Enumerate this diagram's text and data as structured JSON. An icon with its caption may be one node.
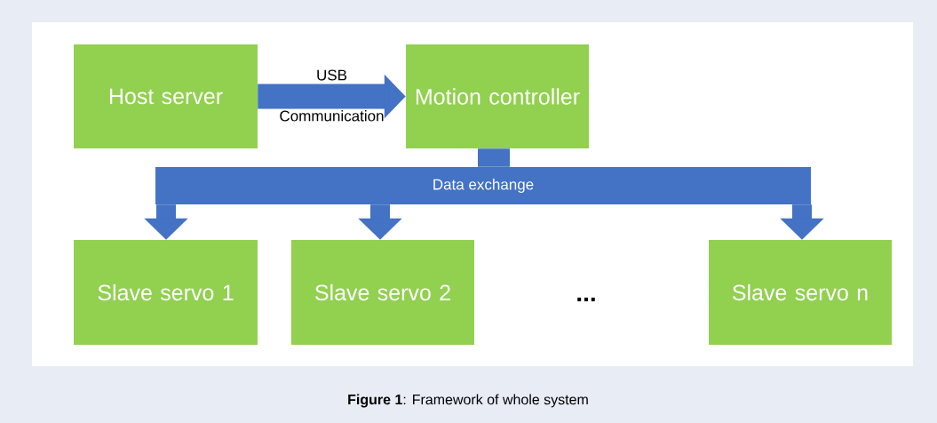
{
  "diagram": {
    "caption": "**Figure 1**: Framework of whole system",
    "nodes": [
      {
        "text": [
          "Host server"
        ]
      },
      {
        "text": [
          "Motion controller"
        ]
      },
      {
        "text": [
          "Data exchange"
        ]
      },
      {
        "text": [
          "Slave servo 1"
        ]
      },
      {
        "text": [
          "Slave servo 2"
        ]
      },
      {
        "text": [
          "Slave servo n"
        ]
      }
    ],
    "edges": [
      {
        "from": 0,
        "to": 1,
        "arrow": "to",
        "label": "USB Communication"
      },
      {
        "from": 1,
        "to": 2,
        "arrow": "none"
      },
      {
        "from": 2,
        "to": 3,
        "arrow": "to"
      },
      {
        "from": 2,
        "to": 4,
        "arrow": "to"
      },
      {
        "from": 2,
        "to": 5,
        "arrow": "to"
      }
    ],
    "labels": [
      "..."
    ]
  }
}
